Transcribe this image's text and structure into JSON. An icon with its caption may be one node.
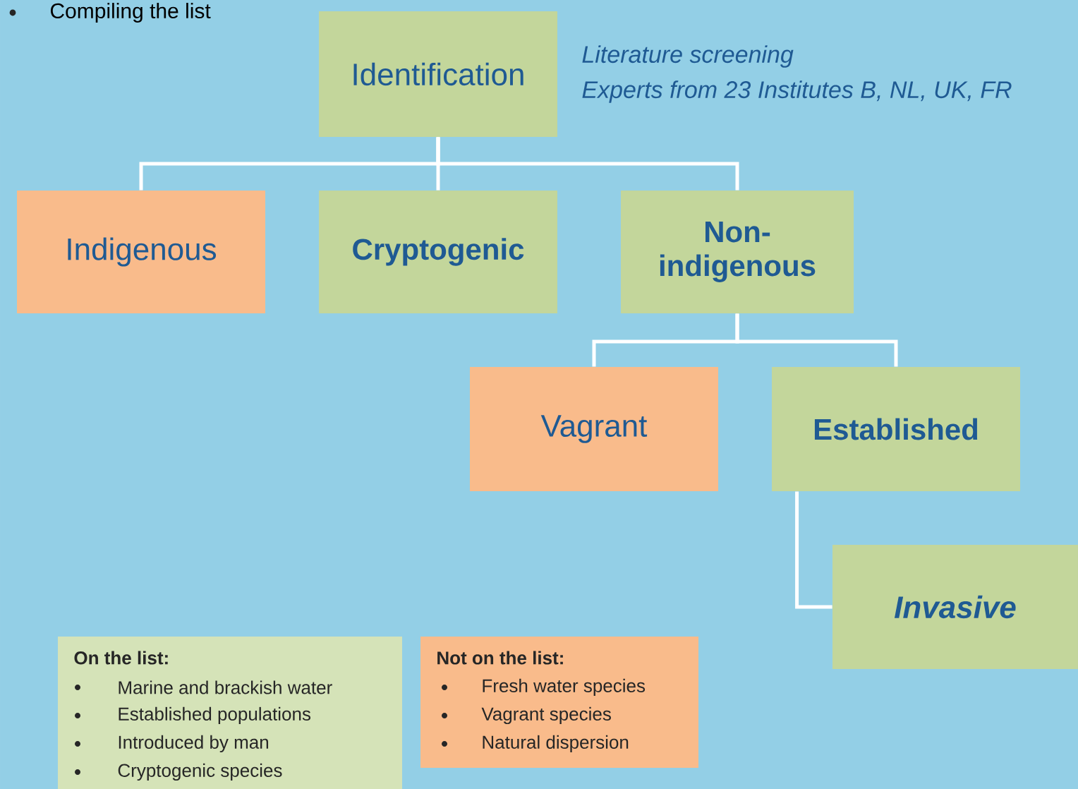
{
  "diagram": {
    "nodes": [
      {
        "text": [
          "Identification"
        ],
        "beside": [
          "Literature screening",
          "Experts from 23 Institutes B, NL, UK, FR"
        ]
      },
      {
        "text": [
          "Indigenous"
        ]
      },
      {
        "text": [
          "Cryptogenic"
        ]
      },
      {
        "text": [
          "Non-indigenous"
        ]
      },
      {
        "text": [
          "Vagrant"
        ]
      },
      {
        "text": [
          "Established"
        ]
      },
      {
        "text": [
          "Invasive"
        ]
      },
      {
        "text": [
          "On the list:",
          "Marine and brackish water",
          "Established populations",
          "Introduced by man",
          "Cryptogenic species"
        ]
      },
      {
        "text": [
          "Not on the list:",
          "Fresh water species",
          "Vagrant species",
          "Natural dispersion"
        ]
      }
    ],
    "edges": [
      {
        "from": 0,
        "to": 1,
        "arrow": "none"
      },
      {
        "from": 0,
        "to": 2,
        "arrow": "none"
      },
      {
        "from": 0,
        "to": 3,
        "arrow": "none"
      },
      {
        "from": 3,
        "to": 4,
        "arrow": "none"
      },
      {
        "from": 3,
        "to": 5,
        "arrow": "none"
      },
      {
        "from": 5,
        "to": 6,
        "arrow": "none"
      }
    ],
    "labels": [
      "Compiling the list"
    ]
  }
}
